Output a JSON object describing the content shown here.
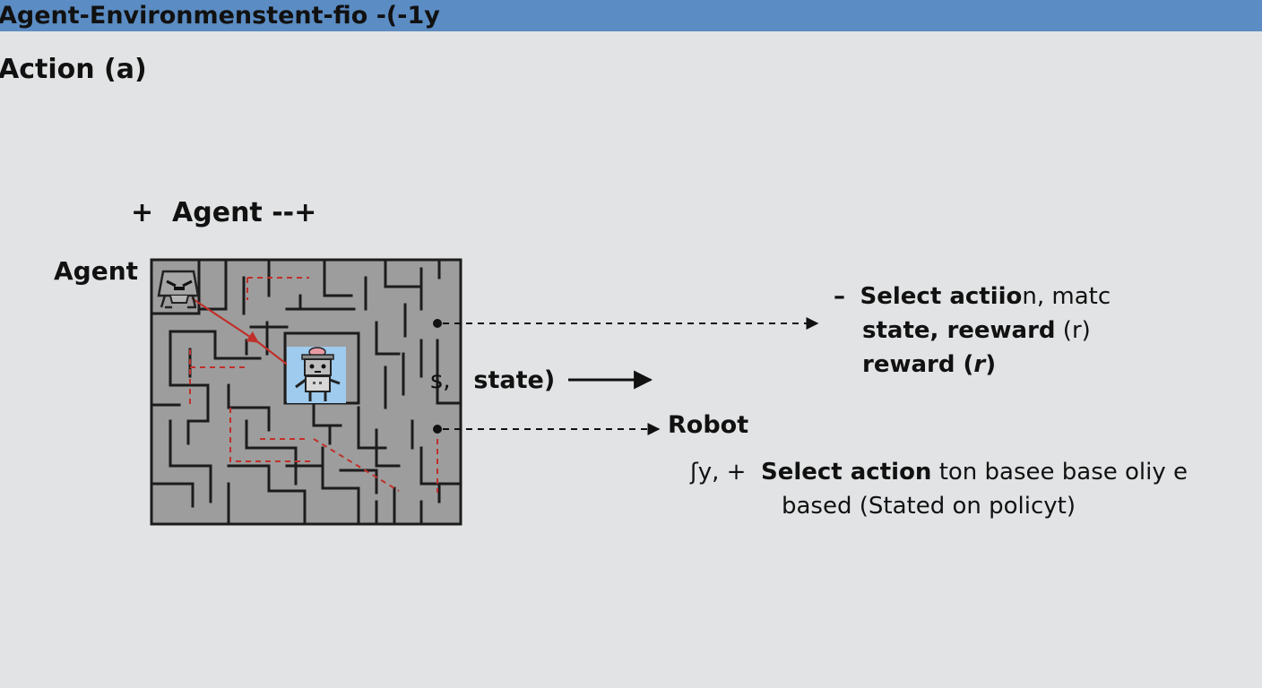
{
  "title": "Agent-Environmenstent-fio -(-1y",
  "action_heading": "Action (a)",
  "agent_header": {
    "plus_left": "+",
    "label": "Agent",
    "dashes": "--+"
  },
  "agent_side_label": "Agent",
  "note_top": {
    "dash": "–",
    "line1_bold": "Select actiio",
    "line1_rest": "n, matc",
    "line2_bold": "state, reeward",
    "line2_rest": " (r)",
    "line3": "reward (",
    "line3_r": "r",
    "line3_end": ")"
  },
  "state_label": {
    "s": "s,",
    "text": "state)"
  },
  "robot_label": "Robot",
  "note_bottom": {
    "prefix": "ʃy,  +",
    "bold": "Select action",
    "rest": " ton basee base oliy e",
    "line2": "based (Stated on policyt)"
  },
  "icons": [
    "agent-robot-icon",
    "robot-icon"
  ],
  "colors": {
    "title_bar": "#5b8cc3",
    "background": "#e2e3e4",
    "maze_fill": "#9d9d9d",
    "maze_walls": "#1c1c1c",
    "path": "#c0302b",
    "robot_tile": "#9ecbee"
  }
}
